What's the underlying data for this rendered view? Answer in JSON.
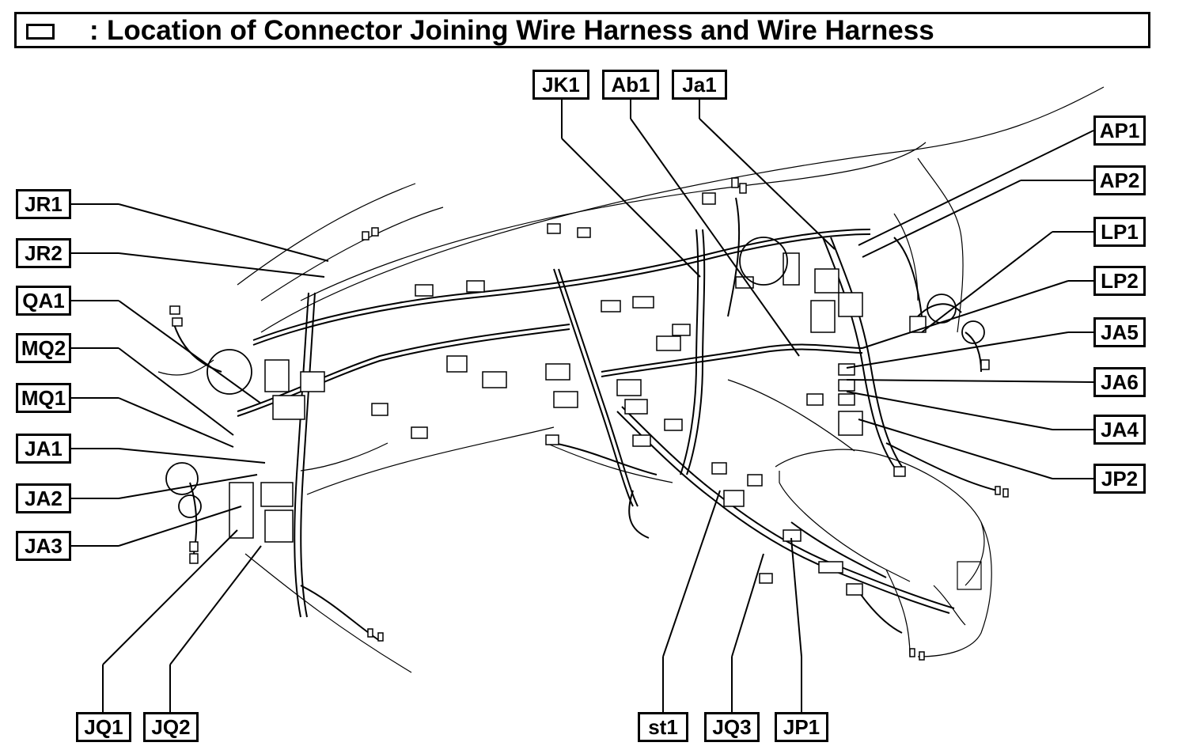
{
  "title": {
    "legend_symbol": "box-legend-icon",
    "text": "Location of Connector Joining Wire Harness and Wire Harness"
  },
  "labels": {
    "JK1": "JK1",
    "Ab1": "Ab1",
    "Ja1": "Ja1",
    "AP1": "AP1",
    "AP2": "AP2",
    "LP1": "LP1",
    "LP2": "LP2",
    "JA5": "JA5",
    "JA6": "JA6",
    "JA4": "JA4",
    "JP2": "JP2",
    "JR1": "JR1",
    "JR2": "JR2",
    "QA1": "QA1",
    "MQ2": "MQ2",
    "MQ1": "MQ1",
    "JA1": "JA1",
    "JA2": "JA2",
    "JA3": "JA3",
    "JQ1": "JQ1",
    "JQ2": "JQ2",
    "st1": "st1",
    "JQ3": "JQ3",
    "JP1": "JP1"
  },
  "colors": {
    "ink": "#000000",
    "paper": "#ffffff"
  }
}
